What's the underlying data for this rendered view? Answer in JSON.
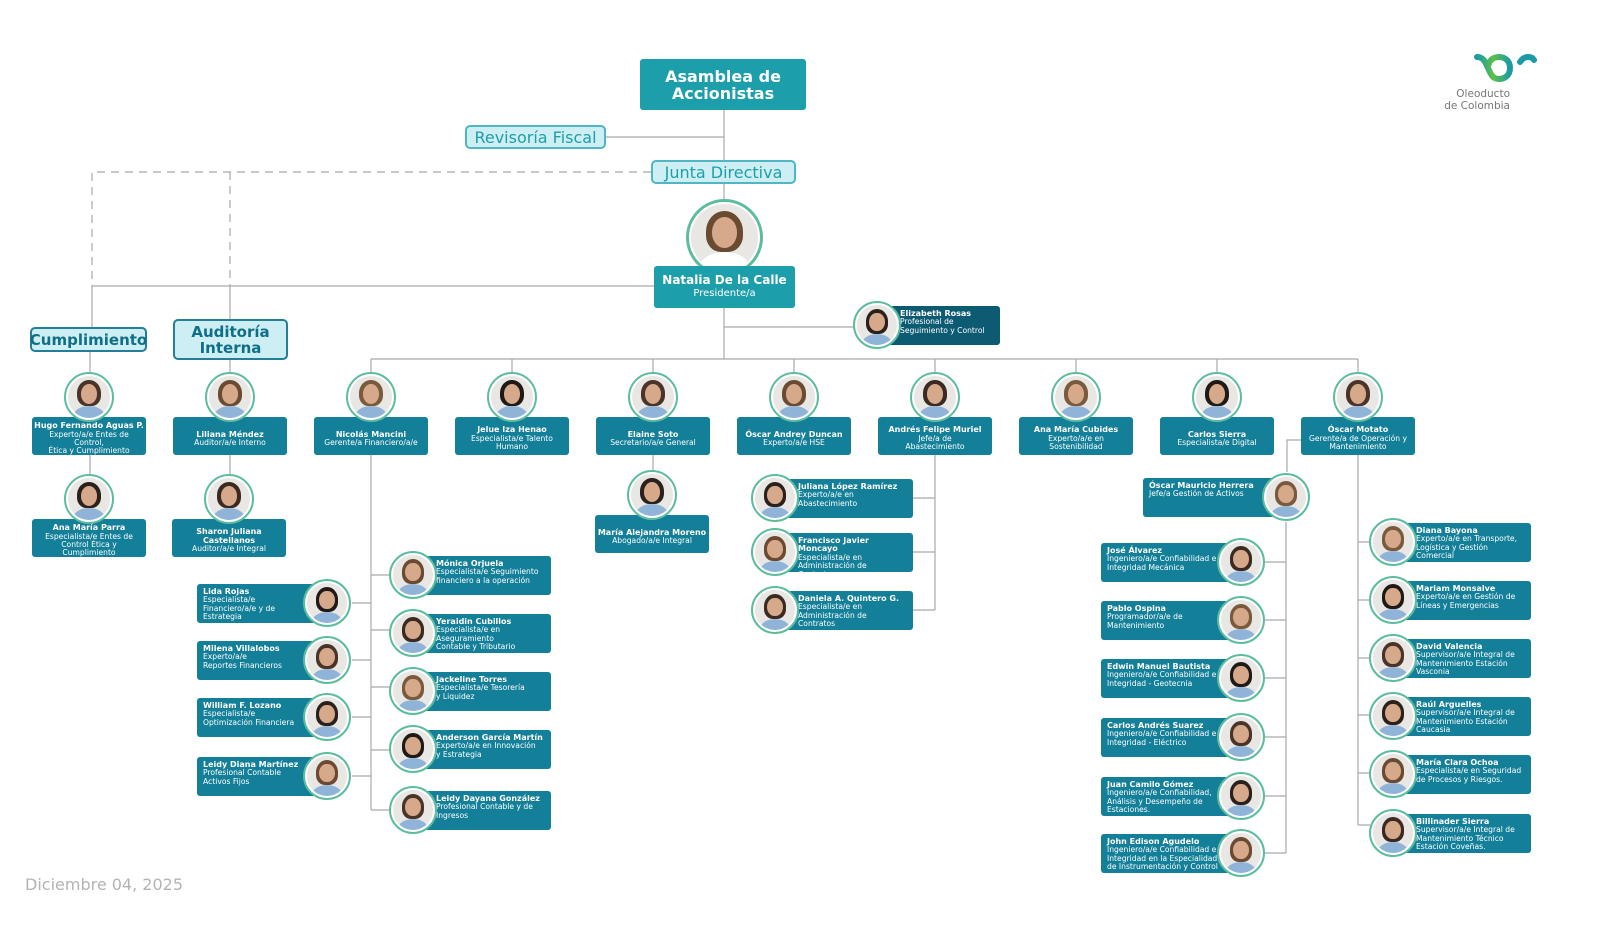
{
  "headers": {
    "asamblea": "Asamblea de\nAccionistas",
    "revisoria": "Revisoría Fiscal",
    "junta": "Junta Directiva",
    "cumplimiento": "Cumplimiento",
    "auditoria": "Auditoría\nInterna"
  },
  "president": {
    "name": "Natalia De la Calle",
    "role": "Presidente/a"
  },
  "logo": {
    "line1": "Oleoducto",
    "line2": "de Colombia"
  },
  "date": "Diciembre 04, 2025",
  "colors": {
    "primary": "#1d9fab",
    "card": "#137f99",
    "dark": "#0d5a73",
    "light": "#cdeef3"
  },
  "people": [
    {
      "name": "Hugo Fernando Aguas P.",
      "role": "Experto/a/e Entes de Control,\nÉtica y Cumplimiento"
    },
    {
      "name": "Ana María Parra",
      "role": "Especialista/e Entes de\nControl Ética y Cumplimiento"
    },
    {
      "name": "Liliana Méndez",
      "role": "Auditor/a/e Interno"
    },
    {
      "name": "Sharon Juliana\nCastellanos",
      "role": "Auditor/a/e Integral"
    },
    {
      "name": "Nicolás Mancini",
      "role": "Gerente/a Financiero/a/e"
    },
    {
      "name": "Jelue Iza Henao",
      "role": "Especialista/e Talento\nHumano"
    },
    {
      "name": "Elaine Soto",
      "role": "Secretario/a/e General"
    },
    {
      "name": "María Alejandra Moreno",
      "role": "Abogado/a/e Integral"
    },
    {
      "name": "Óscar Andrey Duncan",
      "role": "Experto/a/e HSE"
    },
    {
      "name": "Andrés Felipe Muriel",
      "role": "Jefe/a de\nAbastecimiento"
    },
    {
      "name": "Ana María Cubides",
      "role": "Experto/a/e en\nSostenibilidad"
    },
    {
      "name": "Carlos Sierra",
      "role": "Especialista/e Digital"
    },
    {
      "name": "Óscar Motato",
      "role": "Gerente/a de Operación y\nMantenimiento"
    },
    {
      "name": "Elizabeth Rosas",
      "role": "Profesional de\nSeguimiento y Control"
    },
    {
      "name": "Mónica Orjuela",
      "role": "Especialista/e Seguimiento\nfinanciero a la operación"
    },
    {
      "name": "Yeraidin Cubillos",
      "role": "Especialista/e en\nAseguramiento\nContable y Tributario"
    },
    {
      "name": "Jackeline Torres",
      "role": "Especialista/e Tesorería\ny Liquidez"
    },
    {
      "name": "Anderson García Martín",
      "role": "Experto/a/e en Innovación\ny Estrategia"
    },
    {
      "name": "Leidy Dayana González",
      "role": "Profesional Contable y de\nIngresos"
    },
    {
      "name": "Juliana López Ramírez",
      "role": "Experto/a/e en\nAbastecimiento"
    },
    {
      "name": "Francisco Javier Moncayo",
      "role": "Especialista/e en\nAdministración de\nContratos"
    },
    {
      "name": "Daniela A. Quintero G.",
      "role": "Especialista/e en\nAdministración de\nContratos"
    },
    {
      "name": "Diana Bayona",
      "role": "Experto/a/e en Transporte,\nLogística y Gestión Comercial"
    },
    {
      "name": "Mariam Monsalve",
      "role": "Experto/a/e en Gestión de\nLíneas y Emergencias"
    },
    {
      "name": "David Valencia",
      "role": "Supervisor/a/e Integral de\nMantenimiento Estación\nVasconia"
    },
    {
      "name": "Raúl Arguelles",
      "role": "Supervisor/a/e Integral de\nMantenimiento Estación\nCaucasia"
    },
    {
      "name": "María Clara Ochoa",
      "role": "Especialista/e en Seguridad\nde Procesos y Riesgos."
    },
    {
      "name": "Billinader Sierra",
      "role": "Supervisor/a/e Integral de\nMantenimiento Técnico\nEstación Coveñas."
    },
    {
      "name": "Óscar Mauricio Herrera",
      "role": "Jefe/a Gestión de Activos"
    },
    {
      "name": "Lida Rojas",
      "role": "Especialista/e\nFinanciero/a/e y de\nEstrategia"
    },
    {
      "name": "Milena Villalobos",
      "role": "Experto/a/e\nReportes Financieros"
    },
    {
      "name": "William F. Lozano",
      "role": "Especialista/e\nOptimización Financiera"
    },
    {
      "name": "Leidy Diana Martínez",
      "role": "Profesional Contable\nActivos Fijos"
    },
    {
      "name": "José Álvarez",
      "role": "Ingeniero/a/e Confiabilidad e\nIntegridad Mecánica"
    },
    {
      "name": "Pablo Ospina",
      "role": "Programador/a/e de\nMantenimiento"
    },
    {
      "name": "Edwin Manuel Bautista",
      "role": "Ingeniero/a/e Confiabilidad e\nIntegridad - Geotecnia"
    },
    {
      "name": "Carlos Andrés Suarez",
      "role": "Ingeniero/a/e Confiabilidad e\nIntegridad - Eléctrico"
    },
    {
      "name": "Juan Camilo Gómez",
      "role": "Ingeniero/a/e Confiabilidad,\nAnálisis y Desempeño de\nEstaciones."
    },
    {
      "name": "John Edison Agudelo",
      "role": "Ingeniero/a/e Confiabilidad e\nIntegridad en la Especialidad\nde Instrumentación y Control"
    }
  ]
}
